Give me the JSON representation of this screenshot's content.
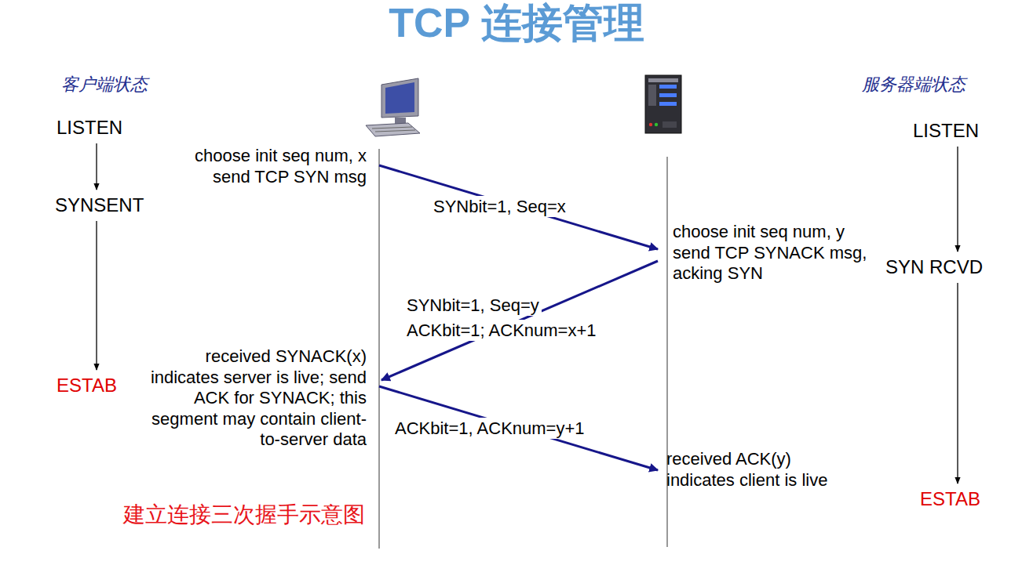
{
  "diagram": {
    "title": "TCP 连接管理",
    "caption": "建立连接三次握手示意图",
    "nodes": [
      {
        "text": [
          "LISTEN"
        ]
      },
      {
        "text": [
          "SYNSENT"
        ]
      },
      {
        "text": [
          "ESTAB"
        ]
      },
      {
        "text": [
          "LISTEN"
        ]
      },
      {
        "text": [
          "SYN RCVD"
        ]
      },
      {
        "text": [
          "ESTAB"
        ]
      }
    ],
    "edges": [
      {
        "from": 0,
        "to": 1,
        "arrow": "to"
      },
      {
        "from": 1,
        "to": 2,
        "arrow": "to"
      },
      {
        "from": 3,
        "to": 4,
        "arrow": "to"
      },
      {
        "from": 4,
        "to": 5,
        "arrow": "to"
      }
    ],
    "labels": [
      "客户端状态",
      "服务器端状态",
      "choose init seq num, x send TCP SYN msg",
      "SYNbit=1, Seq=x",
      "choose init seq num, y send TCP SYNACK msg, acking SYN",
      "SYNbit=1, Seq=y",
      "ACKbit=1; ACKnum=x+1",
      "received SYNACK(x) indicates server is live; send ACK for SYNACK; this segment may contain client-to-server data",
      "ACKbit=1, ACKnum=y+1",
      "received ACK(y) indicates client is live"
    ]
  }
}
